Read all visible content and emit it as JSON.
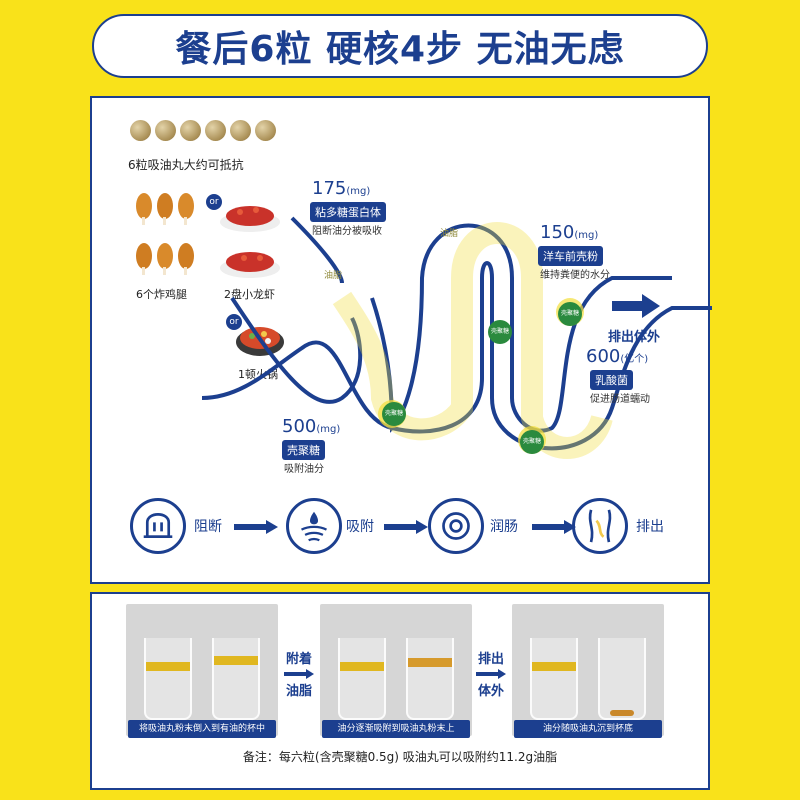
{
  "header": {
    "title": "餐后6粒 硬核4步 无油无虑"
  },
  "panel1": {
    "balls_caption": "6粒吸油丸大约可抵抗",
    "or_label": "or",
    "foods": {
      "chicken": "6个炸鸡腿",
      "crayfish": "2盘小龙虾",
      "hotpot": "1顿火锅"
    },
    "intestine_label": "油脂",
    "chitosan_short": "壳聚糖",
    "stages": [
      {
        "value": "175",
        "unit": "(mg)",
        "tag": "粘多糖蛋白体",
        "desc": "阻断油分被吸收"
      },
      {
        "value": "150",
        "unit": "(mg)",
        "tag": "洋车前壳粉",
        "desc": "维持粪便的水分"
      },
      {
        "value": "600",
        "unit": "(亿个)",
        "tag": "乳酸菌",
        "desc": "促进肠道蠕动"
      },
      {
        "value": "500",
        "unit": "(mg)",
        "tag": "壳聚糖",
        "desc": "吸附油分"
      }
    ],
    "exit_label": "排出体外",
    "process": [
      {
        "icon": "barrier-icon",
        "label": "阻断"
      },
      {
        "icon": "adsorb-icon",
        "label": "吸附"
      },
      {
        "icon": "intestine-icon",
        "label": "润肠"
      },
      {
        "icon": "body-icon",
        "label": "排出"
      }
    ]
  },
  "panel2": {
    "photos": [
      {
        "caption": "将吸油丸粉末倒入到有油的杯中"
      },
      {
        "caption": "油分逐渐吸附到吸油丸粉末上"
      },
      {
        "caption": "油分随吸油丸沉到杯底"
      }
    ],
    "steps": [
      {
        "line1": "附着",
        "line2": "油脂"
      },
      {
        "line1": "排出",
        "line2": "体外"
      }
    ],
    "note": "备注：每六粒(含壳聚糖0.5g) 吸油丸可以吸附约11.2g油脂"
  },
  "colors": {
    "brand_blue": "#1c3f8f",
    "yellow": "#f9e21a",
    "oil": "#e0b720"
  }
}
